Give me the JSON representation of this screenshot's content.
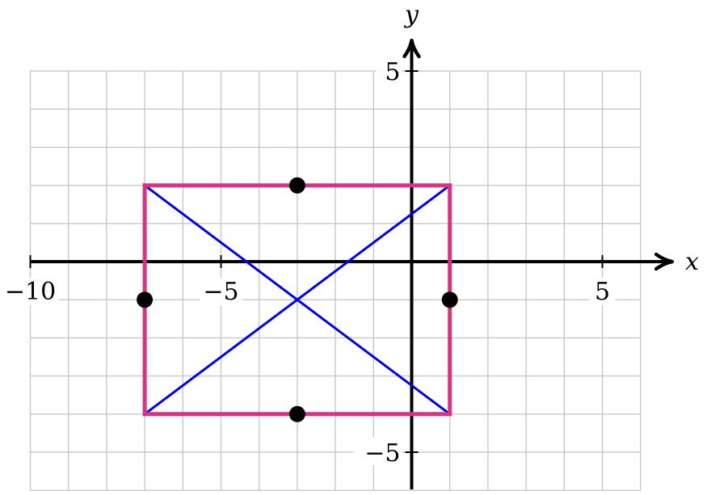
{
  "chart_data": {
    "type": "scatter",
    "title": "",
    "xlabel": "x",
    "ylabel": "y",
    "xlim": [
      -10,
      6.5
    ],
    "ylim": [
      -6,
      5.5
    ],
    "grid": true,
    "x_ticks": [
      {
        "value": -10,
        "label": "−10"
      },
      {
        "value": -5,
        "label": "−5"
      },
      {
        "value": 5,
        "label": "5"
      }
    ],
    "y_ticks": [
      {
        "value": 5,
        "label": "5"
      },
      {
        "value": -5,
        "label": "−5"
      }
    ],
    "rectangle": {
      "color": "#d63384",
      "vertices": [
        [
          -7,
          2
        ],
        [
          1,
          2
        ],
        [
          1,
          -4
        ],
        [
          -7,
          -4
        ]
      ]
    },
    "diagonals": {
      "color": "#0000ee",
      "segments": [
        [
          [
            -7,
            2
          ],
          [
            1,
            -4
          ]
        ],
        [
          [
            -7,
            -4
          ],
          [
            1,
            2
          ]
        ]
      ]
    },
    "points": {
      "color": "#000000",
      "values": [
        [
          -3,
          2
        ],
        [
          -7,
          -1
        ],
        [
          1,
          -1
        ],
        [
          -3,
          -4
        ]
      ]
    }
  }
}
